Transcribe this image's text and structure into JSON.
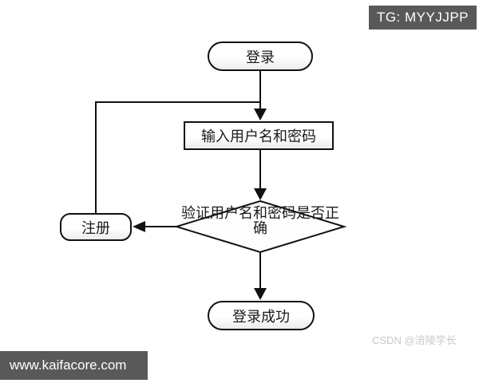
{
  "page": {
    "background": "#ffffff"
  },
  "badge": {
    "label": "TG: MYYJJPP",
    "bg": "#595959",
    "text_color": "#ffffff"
  },
  "site_bar": {
    "label": "www.kaifacore.com",
    "bg": "#595959",
    "text_color": "#ffffff"
  },
  "watermark": {
    "label": "CSDN @涪陵学长",
    "color": "#c9c9c9"
  },
  "flowchart": {
    "type": "flowchart",
    "stroke_color": "#111111",
    "node_fill": "#ffffff",
    "nodes": [
      {
        "id": "start",
        "type": "terminator",
        "label": "登录"
      },
      {
        "id": "input",
        "type": "process",
        "label": "输入用户名和密码"
      },
      {
        "id": "verify",
        "type": "decision",
        "label": "验证用户名和密码是否正确"
      },
      {
        "id": "register",
        "type": "terminator",
        "label": "注册"
      },
      {
        "id": "success",
        "type": "terminator",
        "label": "登录成功"
      }
    ],
    "edges": [
      {
        "from": "登录",
        "to": "输入用户名和密码"
      },
      {
        "from": "输入用户名和密码",
        "to": "验证用户名和密码是否正确"
      },
      {
        "from": "验证用户名和密码是否正确",
        "to": "注册"
      },
      {
        "from": "注册",
        "to": "输入用户名和密码"
      },
      {
        "from": "验证用户名和密码是否正确",
        "to": "登录成功"
      }
    ]
  }
}
